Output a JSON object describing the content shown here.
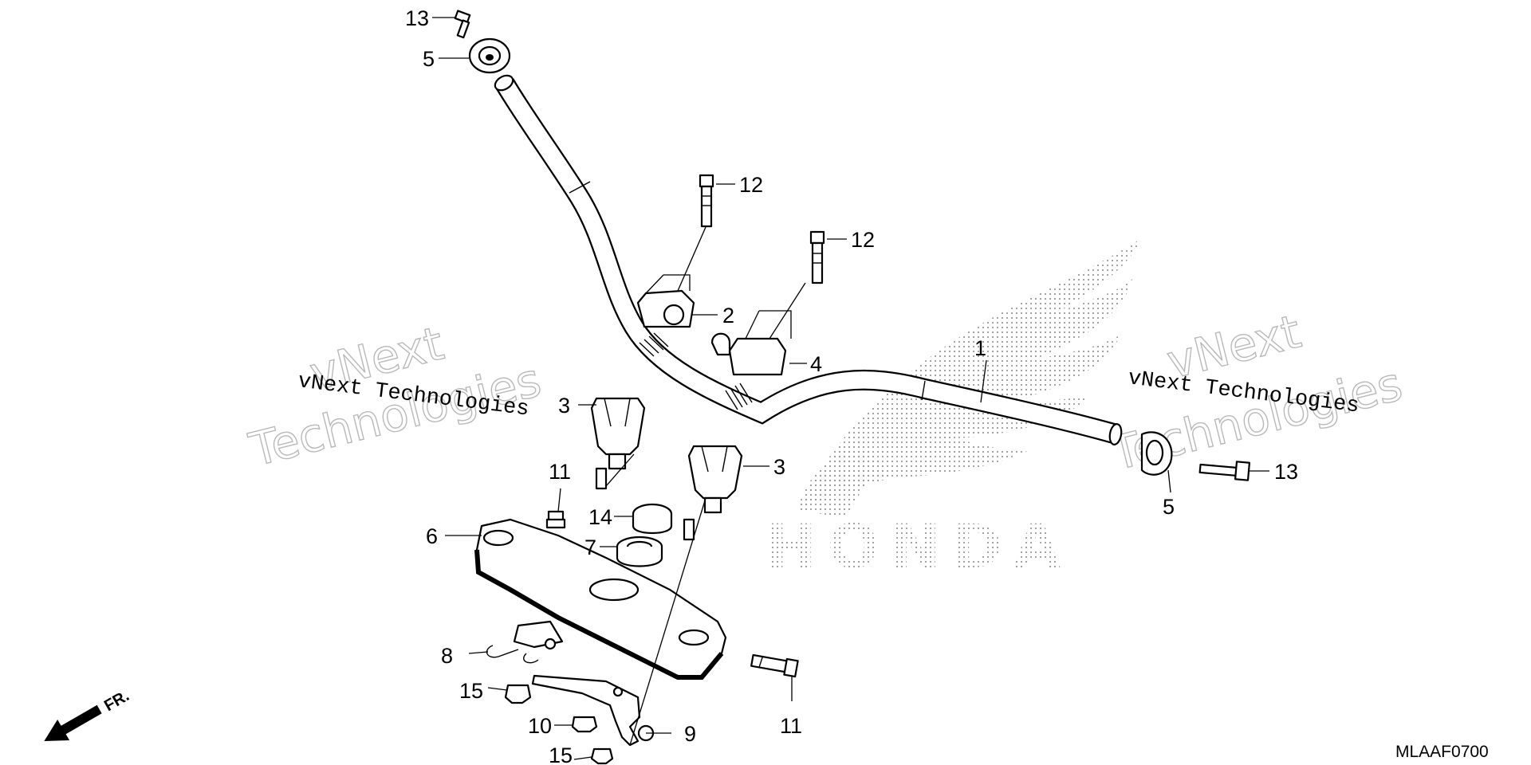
{
  "diagram": {
    "code": "MLAAF0700",
    "front_label": "FR.",
    "watermark": {
      "brand": "HONDA",
      "line1": "vNext Technologies",
      "large_line1": "vNext",
      "large_line2": "Technologies"
    },
    "callouts": [
      {
        "id": "c13a",
        "text": "13"
      },
      {
        "id": "c5a",
        "text": "5"
      },
      {
        "id": "c12a",
        "text": "12"
      },
      {
        "id": "c12b",
        "text": "12"
      },
      {
        "id": "c2",
        "text": "2"
      },
      {
        "id": "c4",
        "text": "4"
      },
      {
        "id": "c1",
        "text": "1"
      },
      {
        "id": "c3a",
        "text": "3"
      },
      {
        "id": "c3b",
        "text": "3"
      },
      {
        "id": "c11a",
        "text": "11"
      },
      {
        "id": "c14",
        "text": "14"
      },
      {
        "id": "c7",
        "text": "7"
      },
      {
        "id": "c6",
        "text": "6"
      },
      {
        "id": "c5b",
        "text": "5"
      },
      {
        "id": "c13b",
        "text": "13"
      },
      {
        "id": "c8",
        "text": "8"
      },
      {
        "id": "c15a",
        "text": "15"
      },
      {
        "id": "c10",
        "text": "10"
      },
      {
        "id": "c9",
        "text": "9"
      },
      {
        "id": "c15b",
        "text": "15"
      },
      {
        "id": "c11b",
        "text": "11"
      }
    ]
  }
}
